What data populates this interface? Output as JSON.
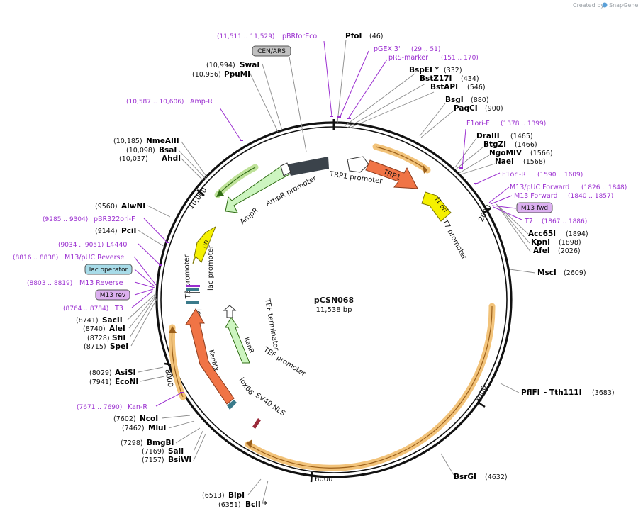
{
  "credit": {
    "prefix": "Created by",
    "brand": "SnapGene"
  },
  "plasmid": {
    "name": "pCSN068",
    "length": "11,538 bp"
  },
  "ticks": [
    "2000",
    "4000",
    "6000",
    "8000",
    "10,000"
  ],
  "colors": {
    "backbone": "#111111",
    "primer": "#9b2fd0",
    "orf_outline": "#e8a02a",
    "orf_fill": "#fdf3dd",
    "promoter": "#ffffff",
    "trp1": "#f07446",
    "kanmx": "#f07446",
    "ampr": "#cdf5c0",
    "kanr": "#cdf5c0",
    "ori": "#f5f000",
    "f1ori": "#f5f000",
    "cenars": "#c0c0c0",
    "lacop": "#a7dbe8",
    "m13box": "#dcb0f0",
    "dark_block": "#3b434b",
    "nls": "#9a2a3a",
    "lox": "#3a7a8a"
  },
  "enzymes": [
    {
      "name": "PfoI",
      "pos": "(46)"
    },
    {
      "name": "BspEI *",
      "pos": "(332)"
    },
    {
      "name": "BstZ17I",
      "pos": "(434)"
    },
    {
      "name": "BstAPI",
      "pos": "(546)"
    },
    {
      "name": "BsgI",
      "pos": "(880)"
    },
    {
      "name": "PaqCI",
      "pos": "(900)"
    },
    {
      "name": "DraIII",
      "pos": "(1465)"
    },
    {
      "name": "BtgZI",
      "pos": "(1466)"
    },
    {
      "name": "NgoMIV",
      "pos": "(1566)"
    },
    {
      "name": "NaeI",
      "pos": "(1568)"
    },
    {
      "name": "Acc65I",
      "pos": "(1894)"
    },
    {
      "name": "KpnI",
      "pos": "(1898)"
    },
    {
      "name": "AfeI",
      "pos": "(2026)"
    },
    {
      "name": "MscI",
      "pos": "(2609)"
    },
    {
      "name": "PflFI",
      "pos": "- Tth111I"
    },
    {
      "name": "BsrGI",
      "pos": "(4632)"
    },
    {
      "name": "BlpI",
      "pos": "(6513)"
    },
    {
      "name": "BclI *",
      "pos": "(6351)"
    },
    {
      "name": "BsiWI",
      "pos": "(7157)"
    },
    {
      "name": "SalI",
      "pos": "(7169)"
    },
    {
      "name": "BmgBI",
      "pos": "(7298)"
    },
    {
      "name": "MluI",
      "pos": "(7462)"
    },
    {
      "name": "NcoI",
      "pos": "(7602)"
    },
    {
      "name": "EcoNI",
      "pos": "(7941)"
    },
    {
      "name": "AsiSI",
      "pos": "(8029)"
    },
    {
      "name": "SpeI",
      "pos": "(8715)"
    },
    {
      "name": "SfiI",
      "pos": "(8728)"
    },
    {
      "name": "AleI",
      "pos": "(8740)"
    },
    {
      "name": "SacII",
      "pos": "(8741)"
    },
    {
      "name": "PciI",
      "pos": "(9144)"
    },
    {
      "name": "AlwNI",
      "pos": "(9560)"
    },
    {
      "name": "AhdI",
      "pos": "(10,037)"
    },
    {
      "name": "BsaI",
      "pos": "(10,098)"
    },
    {
      "name": "NmeAIII",
      "pos": "(10,185)"
    },
    {
      "name": "PpuMI",
      "pos": "(10,956)"
    },
    {
      "name": "SwaI",
      "pos": "(10,994)"
    }
  ],
  "pflfi_extra": "(3683)",
  "primers": [
    {
      "name": "pBRforEco",
      "pos": "(11,511 .. 11,529)"
    },
    {
      "name": "pGEX 3'",
      "pos": "(29 .. 51)"
    },
    {
      "name": "pRS-marker",
      "pos": "(151 .. 170)"
    },
    {
      "name": "F1ori-F",
      "pos": "(1378 .. 1399)"
    },
    {
      "name": "F1ori-R",
      "pos": "(1590 .. 1609)"
    },
    {
      "name": "M13/pUC Forward",
      "pos": "(1826 .. 1848)"
    },
    {
      "name": "M13 Forward",
      "pos": "(1840 .. 1857)"
    },
    {
      "name": "M13 fwd",
      "pos": ""
    },
    {
      "name": "T7",
      "pos": "(1867 .. 1886)"
    },
    {
      "name": "Amp-R",
      "pos": "(10,587 .. 10,606)"
    },
    {
      "name": "pBR322ori-F",
      "pos": "(9285 .. 9304)"
    },
    {
      "name": "L4440",
      "pos": "(9034 .. 9051)"
    },
    {
      "name": "M13/pUC Reverse",
      "pos": "(8816 .. 8838)"
    },
    {
      "name": "lac operator",
      "pos": ""
    },
    {
      "name": "M13 Reverse",
      "pos": "(8803 .. 8819)"
    },
    {
      "name": "M13 rev",
      "pos": ""
    },
    {
      "name": "T3",
      "pos": "(8764 .. 8784)"
    },
    {
      "name": "Kan-R",
      "pos": "(7671 .. 7690)"
    }
  ],
  "features": {
    "cen_ars": "CEN/ARS",
    "trp1": "TRP1",
    "trp1_promoter": "TRP1 promoter",
    "f1_ori": "f1 ori",
    "t7_promoter": "T7 promoter",
    "ampr": "AmpR",
    "ampr_promoter": "AmpR promoter",
    "ori": "ori",
    "lac_promoter": "lac promoter",
    "t3_promoter": "T3 promoter",
    "lox71": "lox71",
    "tef_terminator": "TEF terminator",
    "kanr": "KanR",
    "tef_promoter": "TEF promoter",
    "kanmx": "KanMX",
    "lox66": "lox66",
    "sv40_nls": "SV40 NLS"
  }
}
